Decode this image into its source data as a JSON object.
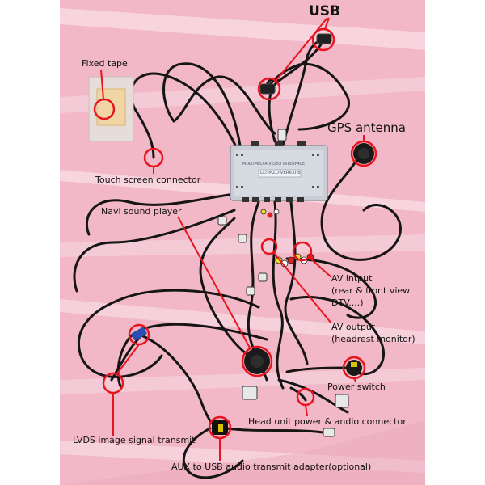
{
  "labels": {
    "usb": "USB",
    "fixed_tape": "Fixed tape",
    "gps_antenna": "GPS antenna",
    "touch_screen_connector": "Touch screen connector",
    "navi_sound_player": "Navi sound player",
    "av_input_line1": "AV intput",
    "av_input_line2": "(rear & front view",
    "av_input_line3": "DTV....)",
    "av_output_line1": "AV output",
    "av_output_line2": "(headrest monitor)",
    "power_switch": "Power switch",
    "head_unit_power": "Head unit power & andio connector",
    "lvds": "LVDS image signal transmit",
    "aux_usb": "AUX to USB audio transmit adapter(optional)"
  },
  "device": {
    "title": "MULTIMEDIA VIDEO INTERFACE",
    "model": "LLT-MZD-VER6.0.8"
  },
  "colors": {
    "background": "#f2b8c8",
    "stripe": "#f8dbe4",
    "highlight": "#e8141e",
    "cable": "#151515",
    "device": "#c9ced6"
  }
}
